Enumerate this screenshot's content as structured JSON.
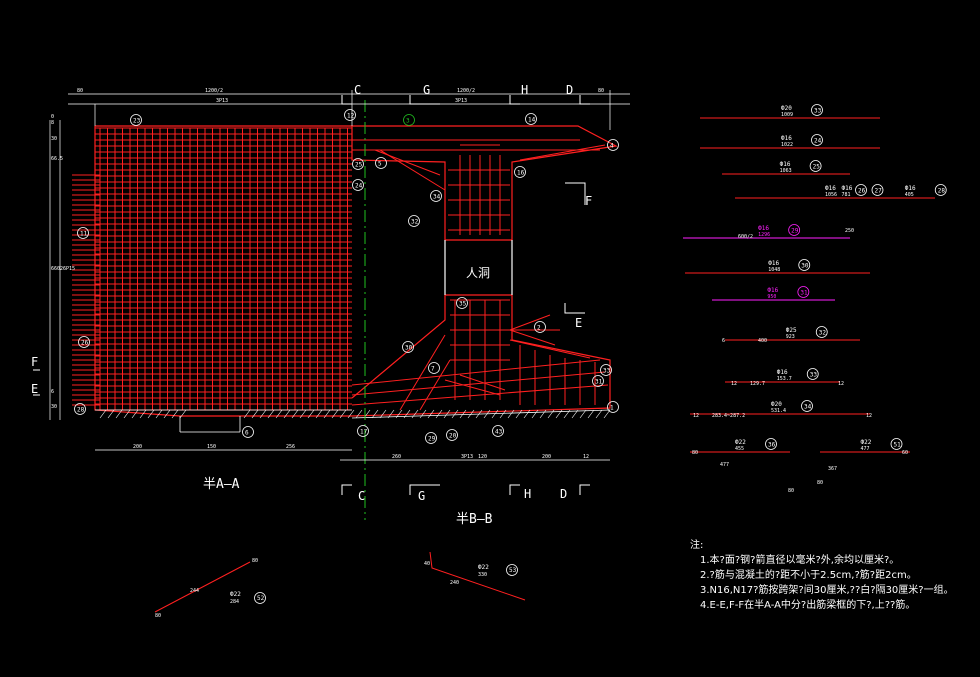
{
  "colors": {
    "background": "#000000",
    "rebar": "#ff2020",
    "outline": "#ffffff",
    "dim": "#ffffff",
    "centerline": "#20c020",
    "magenta": "#ff20ff"
  },
  "section_titles": {
    "left": "半A—A",
    "right": "半B—B"
  },
  "section_marks": {
    "C": "C",
    "G": "G",
    "H": "H",
    "D": "D",
    "F": "F",
    "E": "E"
  },
  "manhole": "人洞",
  "top_dims": {
    "a": "80",
    "b": "1200/2",
    "c": "1200/2",
    "d": "80",
    "e": "3P13",
    "f": "3P13"
  },
  "bottom_dims_left": [
    "200",
    "150",
    "256"
  ],
  "bottom_dims_right": [
    "260",
    "3P13",
    "120",
    "200",
    "12"
  ],
  "left_dims": [
    "8",
    "30",
    "66.5",
    "660",
    "26P15",
    "6",
    "30",
    "0"
  ],
  "callouts_left": [
    "23",
    "3",
    "12",
    "14",
    "4",
    "25",
    "5",
    "24",
    "16",
    "32",
    "34",
    "2",
    "30",
    "7",
    "1",
    "28",
    "6",
    "17",
    "29",
    "20",
    "43",
    "31",
    "33",
    "35",
    "26",
    "11"
  ],
  "members_right": [
    {
      "mark": "33",
      "size": "Ф20",
      "len": "1009"
    },
    {
      "mark": "24",
      "size": "Ф16",
      "len": "1022"
    },
    {
      "mark": "25",
      "size": "Ф16",
      "len": "1063"
    },
    {
      "mark": "26",
      "size": "Ф16",
      "len": "1056"
    },
    {
      "mark": "27",
      "size": "Ф16",
      "len": "781"
    },
    {
      "mark": "28",
      "size": "Ф16",
      "len": "405"
    },
    {
      "mark": "29",
      "size": "Ф16",
      "len": "1296"
    },
    {
      "mark": "30",
      "size": "Ф16",
      "len": "1048"
    },
    {
      "mark": "31",
      "size": "Ф16",
      "len": "950"
    },
    {
      "mark": "32",
      "size": "Ф25",
      "len": "923"
    },
    {
      "mark": "33",
      "size": "Ф16",
      "len": "153.7"
    },
    {
      "mark": "34",
      "size": "Ф20",
      "len": "531.4"
    },
    {
      "mark": "36",
      "size": "Ф22",
      "len": "455"
    },
    {
      "mark": "51",
      "size": "Ф22",
      "len": "477"
    }
  ],
  "member_dims": {
    "d29": "600/2",
    "d29b": "250",
    "d32a": "6",
    "d32b": "400",
    "d33a": "12",
    "d33b": "129.7",
    "d33c": "12",
    "d34a": "12",
    "d34b": "283.4~287.2",
    "d34c": "12",
    "d36a": "80",
    "d36b": "477",
    "d36c": "80",
    "d51a": "80",
    "d51b": "367",
    "d51c": "60"
  },
  "bottom_members": [
    {
      "mark": "52",
      "size": "Ф22",
      "len": "284",
      "d1": "80",
      "d2": "244",
      "d3": "80"
    },
    {
      "mark": "53",
      "size": "Ф22",
      "len": "330",
      "d1": "40",
      "d2": "240"
    }
  ],
  "notes": {
    "heading": "注:",
    "items": [
      "1.本?面?钢?箭直径以毫米?外,余均以厘米?。",
      "2.?筋与混凝土的?距不小于2.5cm,?筋?距2cm。",
      "3.N16,N17?筋按跨架?间30厘米,??白?隔30厘米?一组。",
      "4.E-E,F-F在半A-A中分?出筋梁框的下?,上??筋。"
    ]
  }
}
